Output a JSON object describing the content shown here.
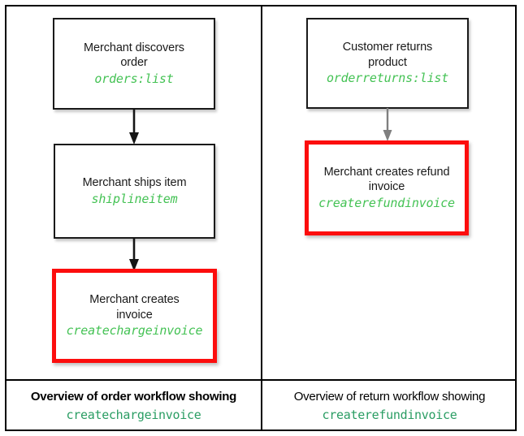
{
  "figure": {
    "columns": [
      {
        "name": "order-workflow",
        "caption": {
          "text": "Overview of order workflow showing",
          "code": "createchargeinvoice",
          "bold": true
        },
        "nodes": [
          {
            "title": "Merchant discovers\norder",
            "code": "orders:list",
            "highlighted": false
          },
          {
            "title": "Merchant ships item",
            "code": "shiplineitem",
            "highlighted": false
          },
          {
            "title": "Merchant creates\ninvoice",
            "code": "createchargeinvoice",
            "highlighted": true
          }
        ],
        "arrows": [
          {
            "name": "arrow-orders-to-ship",
            "color": "#151515"
          },
          {
            "name": "arrow-ship-to-invoice",
            "color": "#151515"
          }
        ]
      },
      {
        "name": "return-workflow",
        "caption": {
          "text": "Overview of return workflow showing",
          "code": "createrefundinvoice",
          "bold": false
        },
        "nodes": [
          {
            "title": "Customer returns\nproduct",
            "code": "orderreturns:list",
            "highlighted": false
          },
          {
            "title": "Merchant creates refund\ninvoice",
            "code": "createrefundinvoice",
            "highlighted": true
          }
        ],
        "arrows": [
          {
            "name": "arrow-returns-to-refund",
            "color": "#7f7f7f"
          }
        ]
      }
    ],
    "colors": {
      "highlight_border": "#fc0d0d",
      "node_border": "#1a1a1a",
      "code_green": "#44c254",
      "caption_green": "#2a9d63",
      "arrow_black": "#151515",
      "arrow_gray": "#7f7f7f",
      "frame": "#000000",
      "background": "#ffffff"
    }
  }
}
